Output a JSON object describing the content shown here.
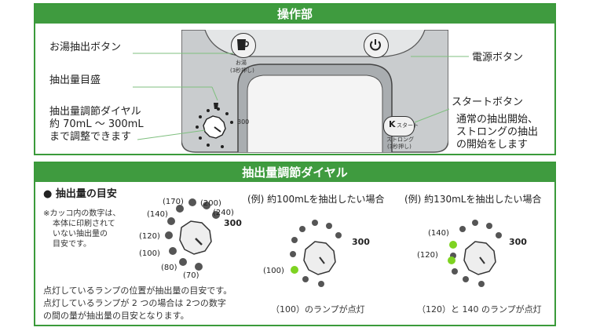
{
  "top": {
    "title": "操作部",
    "hot_water_button_label": "お湯抽出ボタン",
    "scale_label": "抽出量目盛",
    "dial_label_lines": [
      "抽出量調節ダイヤル",
      "約 70mL ～ 300mL",
      "まで調整できます"
    ],
    "power_button_label": "電源ボタン",
    "start_button_label": "スタートボタン",
    "start_desc_lines": [
      "通常の抽出開始、",
      "ストロングの抽出",
      "の開始をします"
    ],
    "device_hot_water_text": "お湯",
    "device_hot_water_sub": "(3秒押し)",
    "device_300": "300",
    "device_start_text": "スタート",
    "device_strong_text": "ストロング",
    "device_strong_sub": "(3秒押し)"
  },
  "bottom": {
    "title": "抽出量調節ダイヤル",
    "guide_heading": "● 抽出量の目安",
    "note_lines": [
      "※カッコ内の数字は、",
      "本体に印刷されて",
      "いない抽出量の",
      "目安です。"
    ],
    "scale_numbers": [
      "(170)",
      "(200)",
      "(240)",
      "300",
      "(140)",
      "(120)",
      "(100)",
      "(80)",
      "(70)"
    ],
    "footer_lines": [
      "点灯しているランプの位置が抽出量の目安です。",
      "点灯しているランプが 2 つの場合は 2つの数字",
      "の間の量が抽出量の目安となります。"
    ],
    "example1": {
      "title": "(例) 約100mLを抽出したい場合",
      "number_300": "300",
      "lit_label": "(100)",
      "caption": "（100）のランプが点灯"
    },
    "example2": {
      "title": "(例) 約130mLを抽出したい場合",
      "number_300": "300",
      "lit_label_1": "(140)",
      "lit_label_2": "(120)",
      "caption": "（120）と 140 のランプが点灯"
    }
  },
  "colors": {
    "accent_green": "#3f9b3f",
    "lamp_green": "#7ed321",
    "device_gray": "#c9ccce"
  }
}
